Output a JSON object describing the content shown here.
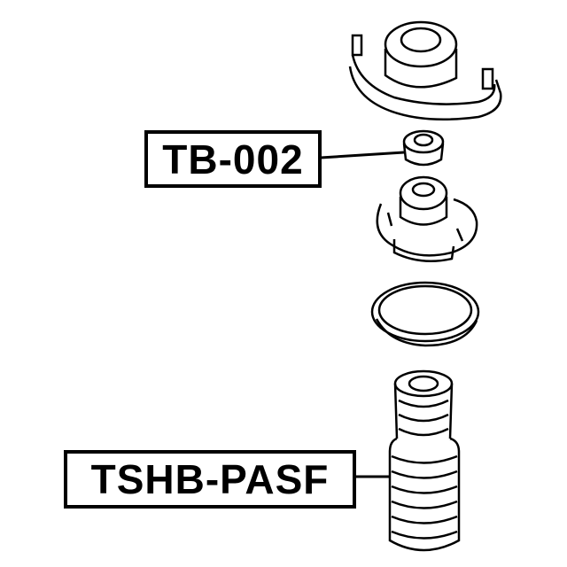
{
  "diagram": {
    "type": "exploded parts diagram",
    "labels": [
      {
        "id": "tb",
        "text": "TB-002",
        "points_to": "bearing-bushing"
      },
      {
        "id": "tshb",
        "text": "TSHB-PASF",
        "points_to": "dust-boot-bump-stop"
      }
    ],
    "parts": [
      {
        "name": "strut-mount-top"
      },
      {
        "name": "bearing-bushing"
      },
      {
        "name": "strut-mount-lower"
      },
      {
        "name": "spring-seat-ring"
      },
      {
        "name": "dust-boot-bump-stop"
      }
    ],
    "colors": {
      "line": "#000000",
      "background": "#ffffff"
    }
  }
}
